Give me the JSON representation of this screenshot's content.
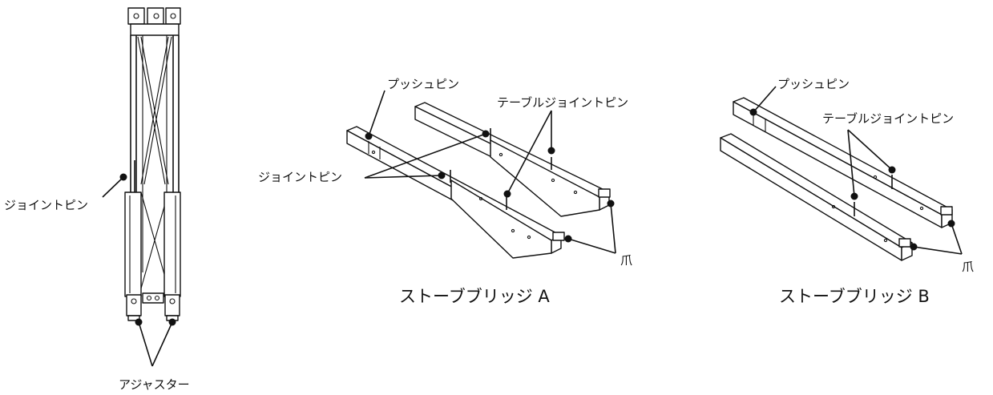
{
  "labels": {
    "joint_pin": "ジョイントピン",
    "adjuster": "アジャスター",
    "push_pin": "プッシュピン",
    "table_joint_pin": "テーブルジョイントピン",
    "claw": "爪"
  },
  "captions": {
    "bridge_a": "ストーブブリッジ A",
    "bridge_b": "ストーブブリッジ B"
  }
}
